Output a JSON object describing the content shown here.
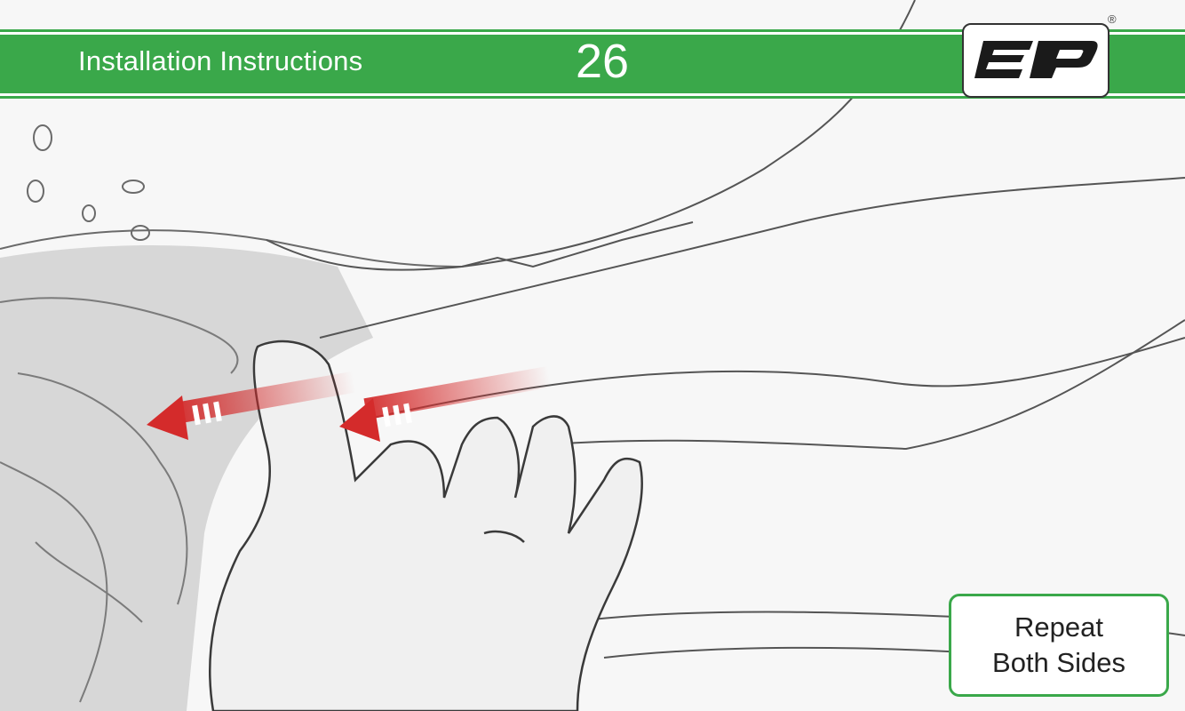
{
  "header": {
    "title": "Installation Instructions",
    "page_number": "26",
    "brand_logo_text": "EP",
    "registered_mark": "®"
  },
  "note": {
    "line1": "Repeat",
    "line2": "Both Sides"
  },
  "illustration": {
    "subject": "hand pulling panel edge off a car body",
    "arrows": [
      "left-arrow",
      "left-arrow"
    ],
    "arrow_color": "#d42b2b"
  },
  "colors": {
    "header_green": "#3aa84a",
    "note_border": "#3aa84a",
    "arrow_red": "#d42b2b"
  }
}
